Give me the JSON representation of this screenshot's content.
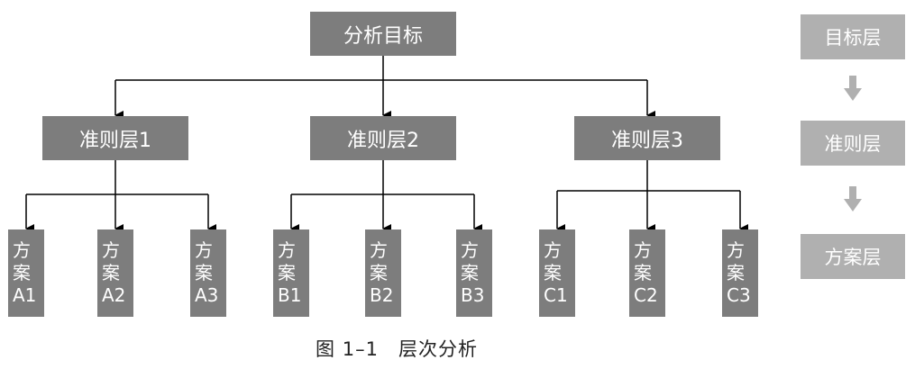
{
  "diagram": {
    "goal": "分析目标",
    "criteria": [
      {
        "label": "准则层1",
        "options": [
          [
            "方",
            "案",
            "A1"
          ],
          [
            "方",
            "案",
            "A2"
          ],
          [
            "方",
            "案",
            "A3"
          ]
        ]
      },
      {
        "label": "准则层2",
        "options": [
          [
            "方",
            "案",
            "B1"
          ],
          [
            "方",
            "案",
            "B2"
          ],
          [
            "方",
            "案",
            "B3"
          ]
        ]
      },
      {
        "label": "准则层3",
        "options": [
          [
            "方",
            "案",
            "C1"
          ],
          [
            "方",
            "案",
            "C2"
          ],
          [
            "方",
            "案",
            "C3"
          ]
        ]
      }
    ]
  },
  "legend": {
    "levels": [
      "目标层",
      "准则层",
      "方案层"
    ]
  },
  "caption": "图 1–1　层次分析",
  "colors": {
    "node": "#7d7d7d",
    "legend": "#b0b0b0",
    "line": "#000000"
  }
}
